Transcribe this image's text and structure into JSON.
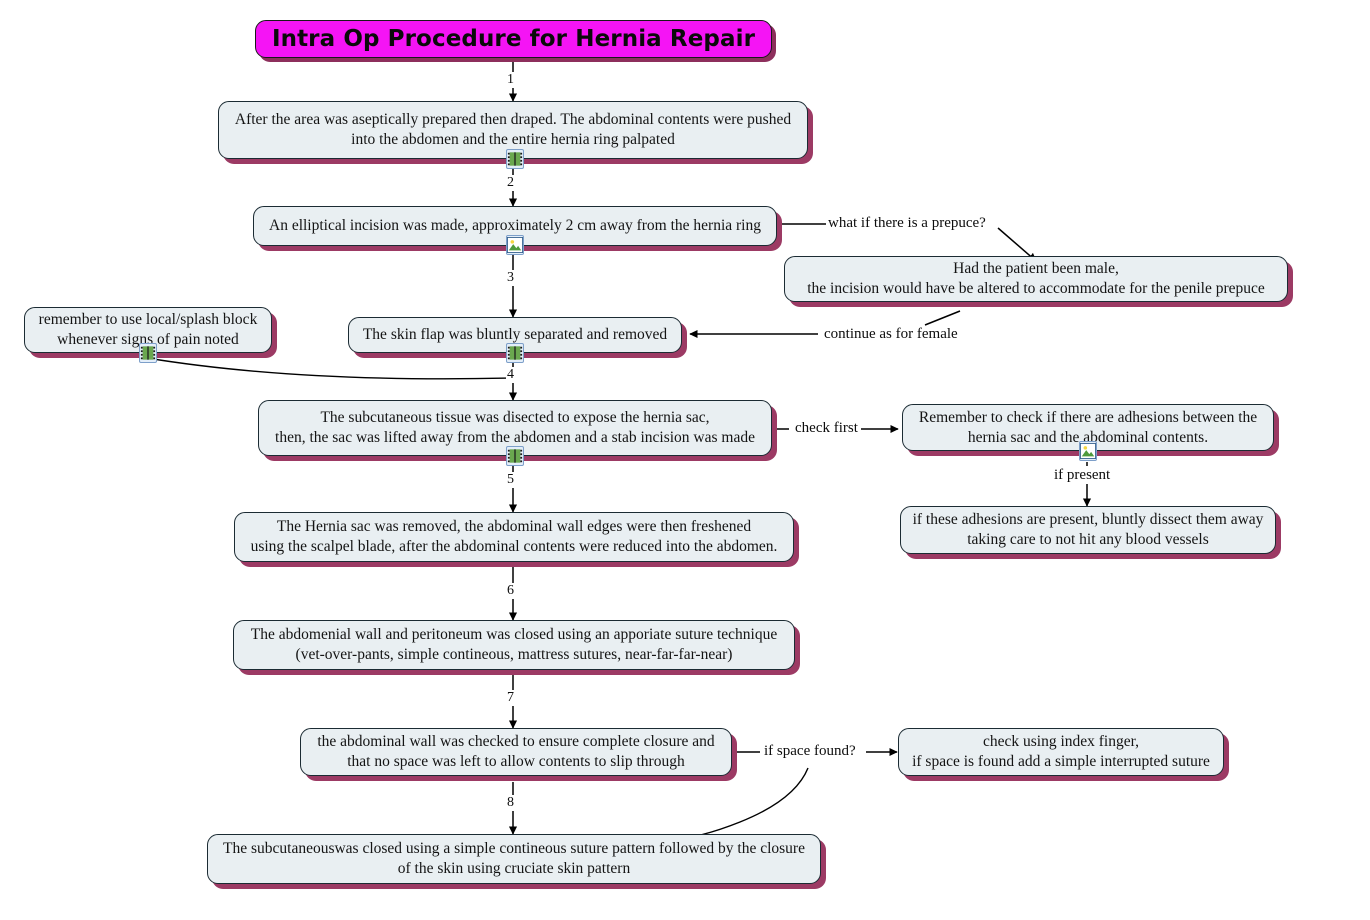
{
  "diagram": {
    "type": "flowchart",
    "title": "Intra Op Procedure for Hernia Repair",
    "title_box": {
      "fill": "#f514f5",
      "text_color": "#0a0a0a",
      "shadow": "#8d2f5c"
    },
    "node_style": {
      "fill": "#e9eff2",
      "border": "#1b2b33",
      "shadow": "#9c3a64"
    },
    "nodes": [
      {
        "id": "n1",
        "text": "After the area was aseptically prepared then draped. The abdominal contents were pushed\ninto the abdomen and the entire hernia ring palpated",
        "icon": "film-icon"
      },
      {
        "id": "n2",
        "text": "An elliptical incision was made, approximately 2 cm away from the hernia ring",
        "icon": "image-icon"
      },
      {
        "id": "n_prepuce",
        "text": "Had the patient been male,\nthe incision would have be altered to accommodate for the penile prepuce",
        "icon": null
      },
      {
        "id": "n_local",
        "text": "remember to use local/splash block\nwhenever signs of pain noted",
        "icon": "film-icon"
      },
      {
        "id": "n3",
        "text": "The skin flap was bluntly separated and removed",
        "icon": "film-icon"
      },
      {
        "id": "n4",
        "text": "The subcutaneous tissue was disected to expose the hernia sac,\nthen, the sac was lifted away from the abdomen and a stab incision was made",
        "icon": "film-icon"
      },
      {
        "id": "n_adhesion_check",
        "text": "Remember to check if there are adhesions between the\nhernia sac and the abdominal contents.",
        "icon": "image-icon"
      },
      {
        "id": "n_adhesion_action",
        "text": "if these adhesions are present, bluntly dissect them away\ntaking care to not hit any blood vessels",
        "icon": null
      },
      {
        "id": "n5",
        "text": "The Hernia sac was removed, the abdominal wall edges were then freshened\nusing the scalpel blade, after the abdominal contents were reduced into the abdomen.",
        "icon": null
      },
      {
        "id": "n6",
        "text": "The abdomenial wall and peritoneum was closed using an apporiate suture technique\n(vet-over-pants, simple contineous, mattress sutures, near-far-far-near)",
        "icon": null
      },
      {
        "id": "n7",
        "text": "the abdominal wall was checked to ensure complete closure and\nthat no space was left to allow contents to slip through",
        "icon": null
      },
      {
        "id": "n_space",
        "text": "check using index finger,\nif space is found add a simple interrupted suture",
        "icon": null
      },
      {
        "id": "n8",
        "text": "The subcutaneouswas closed using a simple contineous suture pattern followed by the closure\nof the skin using cruciate skin pattern",
        "icon": null
      }
    ],
    "edge_numbers": [
      "1",
      "2",
      "3",
      "4",
      "5",
      "6",
      "7",
      "8"
    ],
    "edge_labels": [
      {
        "id": "lbl_prepuce",
        "text": "what if there is a prepuce?"
      },
      {
        "id": "lbl_female",
        "text": "continue as for female"
      },
      {
        "id": "lbl_check_first",
        "text": "check first"
      },
      {
        "id": "lbl_if_present",
        "text": "if present"
      },
      {
        "id": "lbl_if_space",
        "text": "if space found?"
      }
    ]
  }
}
